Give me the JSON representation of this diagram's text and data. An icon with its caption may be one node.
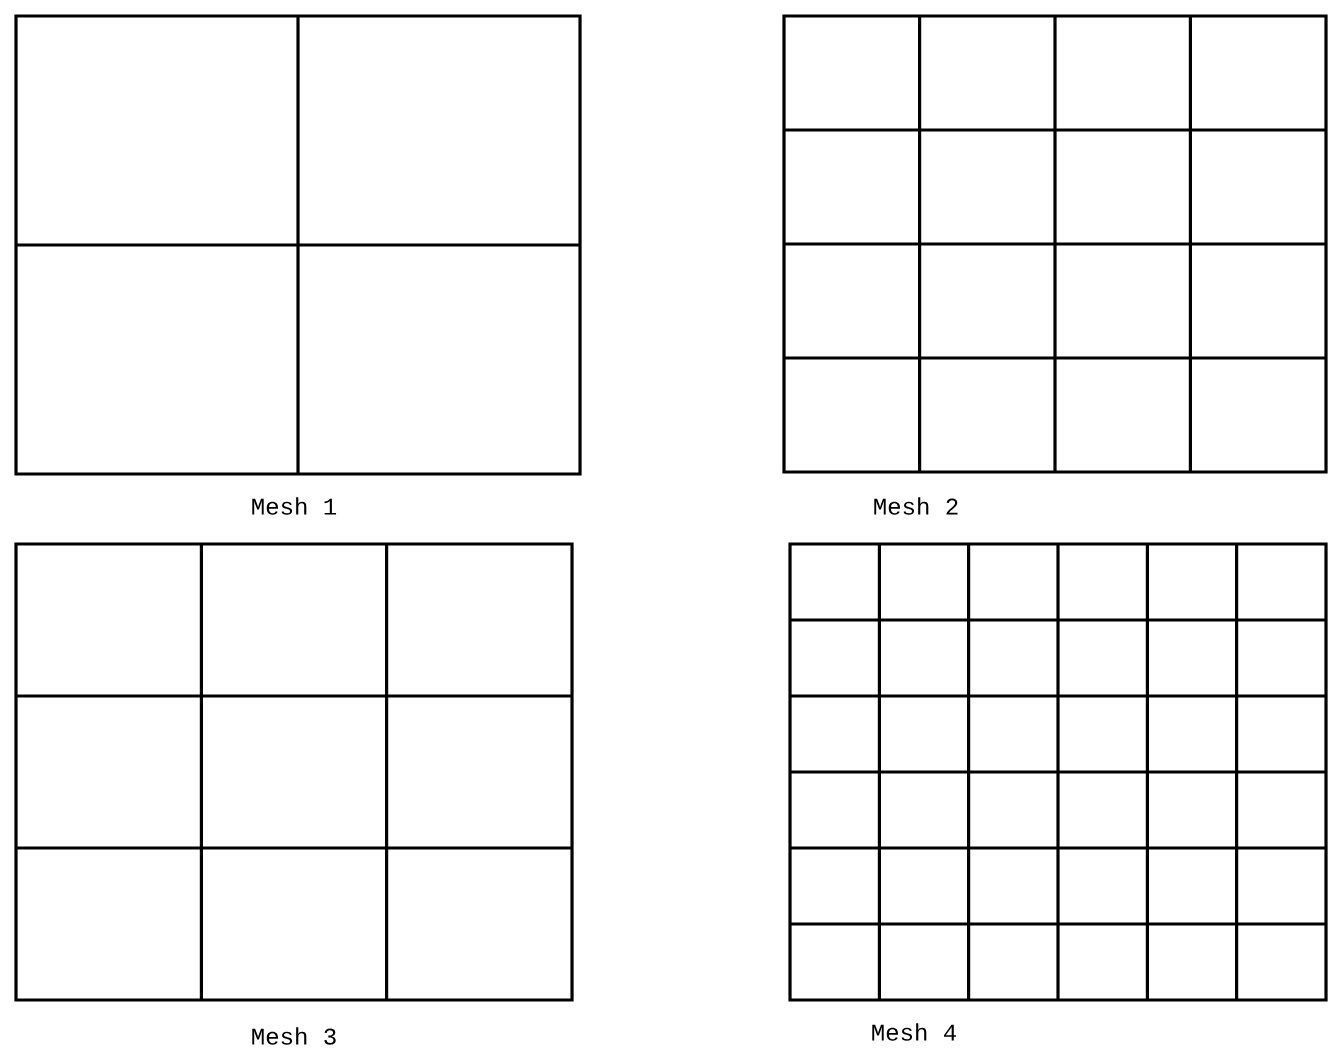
{
  "diagram": {
    "nodes": [
      {
        "text": [
          "Mesh 1"
        ]
      },
      {
        "text": [
          "Mesh 2"
        ]
      },
      {
        "text": [
          "Mesh 3"
        ]
      },
      {
        "text": [
          "Mesh 4"
        ]
      }
    ]
  }
}
